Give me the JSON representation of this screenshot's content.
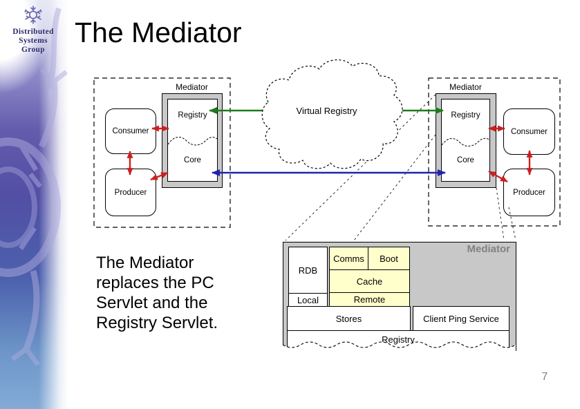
{
  "sidebar": {
    "logo_lines": [
      "Distributed",
      "Systems",
      "Group"
    ]
  },
  "title": "The Mediator",
  "body_text": "The Mediator replaces the PC Servlet and the Registry Servlet.",
  "page_number": "7",
  "diagram": {
    "cloud_label": "Virtual Registry",
    "left": {
      "frame_label": "Mediator",
      "registry_label": "Registry",
      "core_label": "Core",
      "consumer_label": "Consumer",
      "producer_label": "Producer"
    },
    "right": {
      "frame_label": "Mediator",
      "registry_label": "Registry",
      "core_label": "Core",
      "consumer_label": "Consumer",
      "producer_label": "Producer"
    },
    "colors": {
      "client_arrows": "#cc2020",
      "registry_link": "#1e7b1e",
      "core_link": "#2121b2",
      "mediator_frame_fill": "#c8c8c8"
    }
  },
  "detail": {
    "title": "Mediator",
    "module_fill": "#ffffcc",
    "modules": {
      "rdb": "RDB",
      "local": "Local",
      "comms": "Comms",
      "boot": "Boot",
      "cache": "Cache",
      "remote": "Remote",
      "stores": "Stores",
      "client_ping": "Client Ping Service",
      "registry": "Registry"
    }
  }
}
